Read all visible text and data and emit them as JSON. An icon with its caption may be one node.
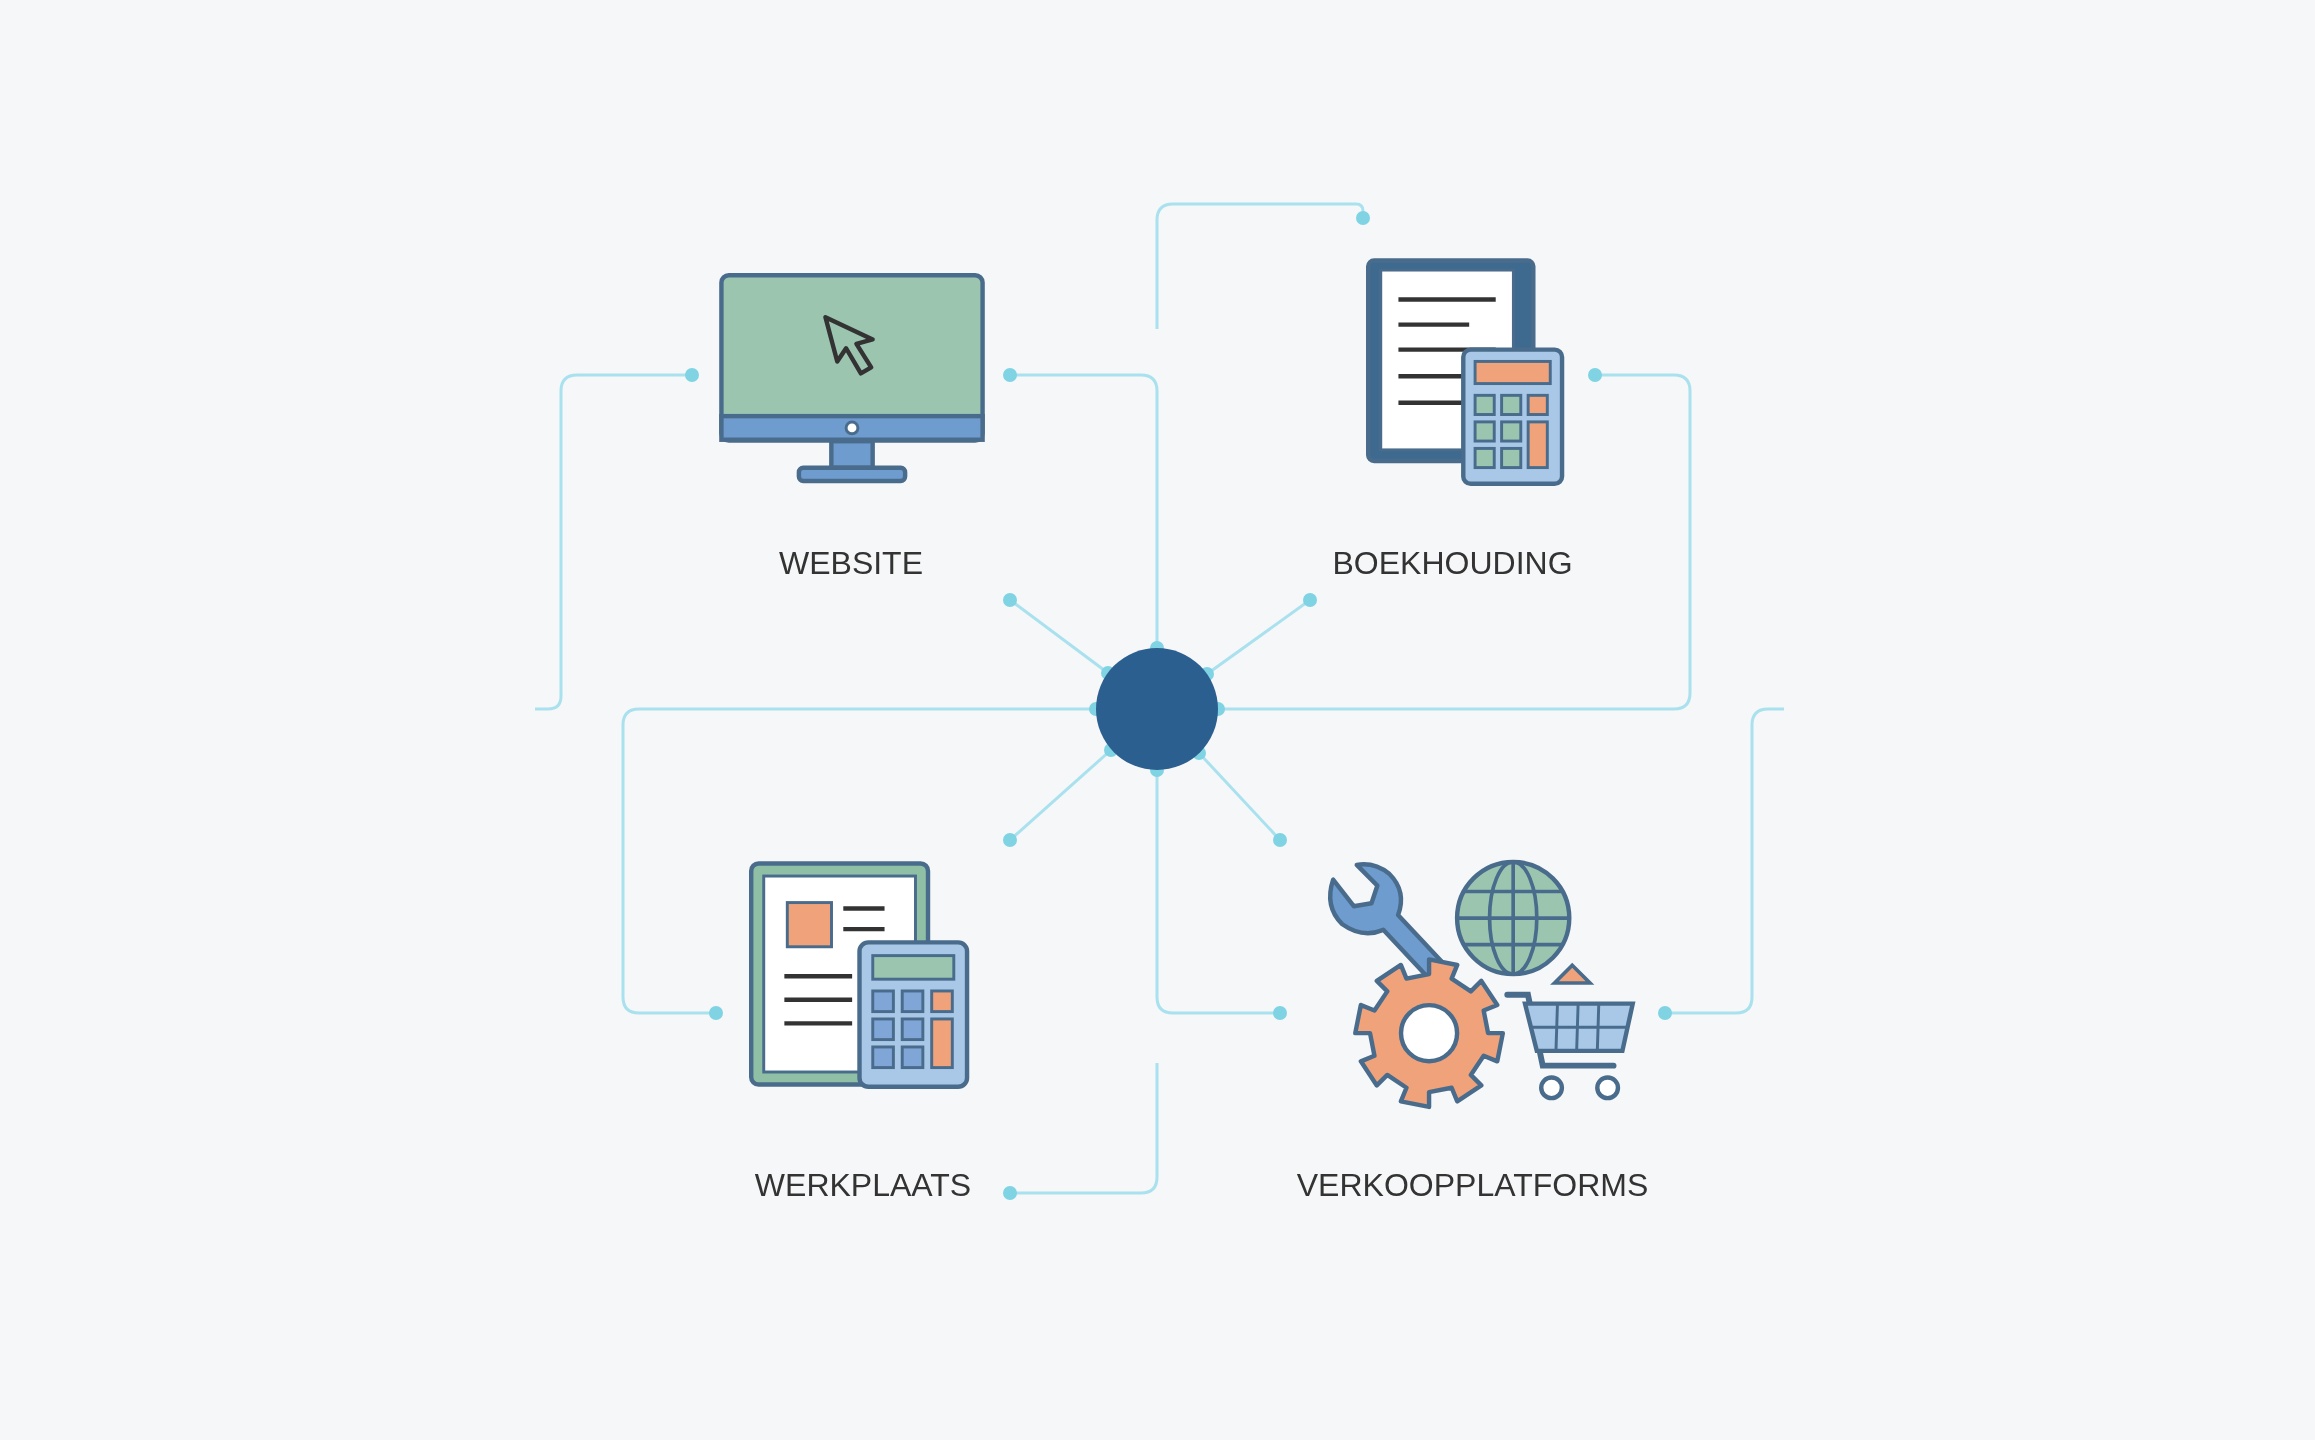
{
  "diagram": {
    "nodes": [
      {
        "text": [],
        "shape": "circle"
      },
      {
        "text": [
          "WEBSITE"
        ]
      },
      {
        "text": [
          "BOEKHOUDING"
        ]
      },
      {
        "text": [
          "WERKPLAATS"
        ]
      },
      {
        "text": [
          "VERKOOPPLATFORMS"
        ]
      }
    ],
    "edges": [
      {
        "from": 0,
        "to": 1,
        "arrow": "other"
      },
      {
        "from": 0,
        "to": 2,
        "arrow": "other"
      },
      {
        "from": 0,
        "to": 3,
        "arrow": "other"
      },
      {
        "from": 0,
        "to": 4,
        "arrow": "other"
      },
      {
        "from": 0,
        "to": 1,
        "arrow": "other"
      },
      {
        "from": 0,
        "to": 2,
        "arrow": "other"
      },
      {
        "from": 0,
        "to": 3,
        "arrow": "other"
      },
      {
        "from": 0,
        "to": 4,
        "arrow": "other"
      },
      {
        "from": 1,
        "to": null,
        "arrow": "other"
      },
      {
        "from": 2,
        "to": null,
        "arrow": "other"
      },
      {
        "from": 4,
        "to": null,
        "arrow": "other"
      },
      {
        "from": 3,
        "to": null,
        "arrow": "other"
      }
    ]
  }
}
